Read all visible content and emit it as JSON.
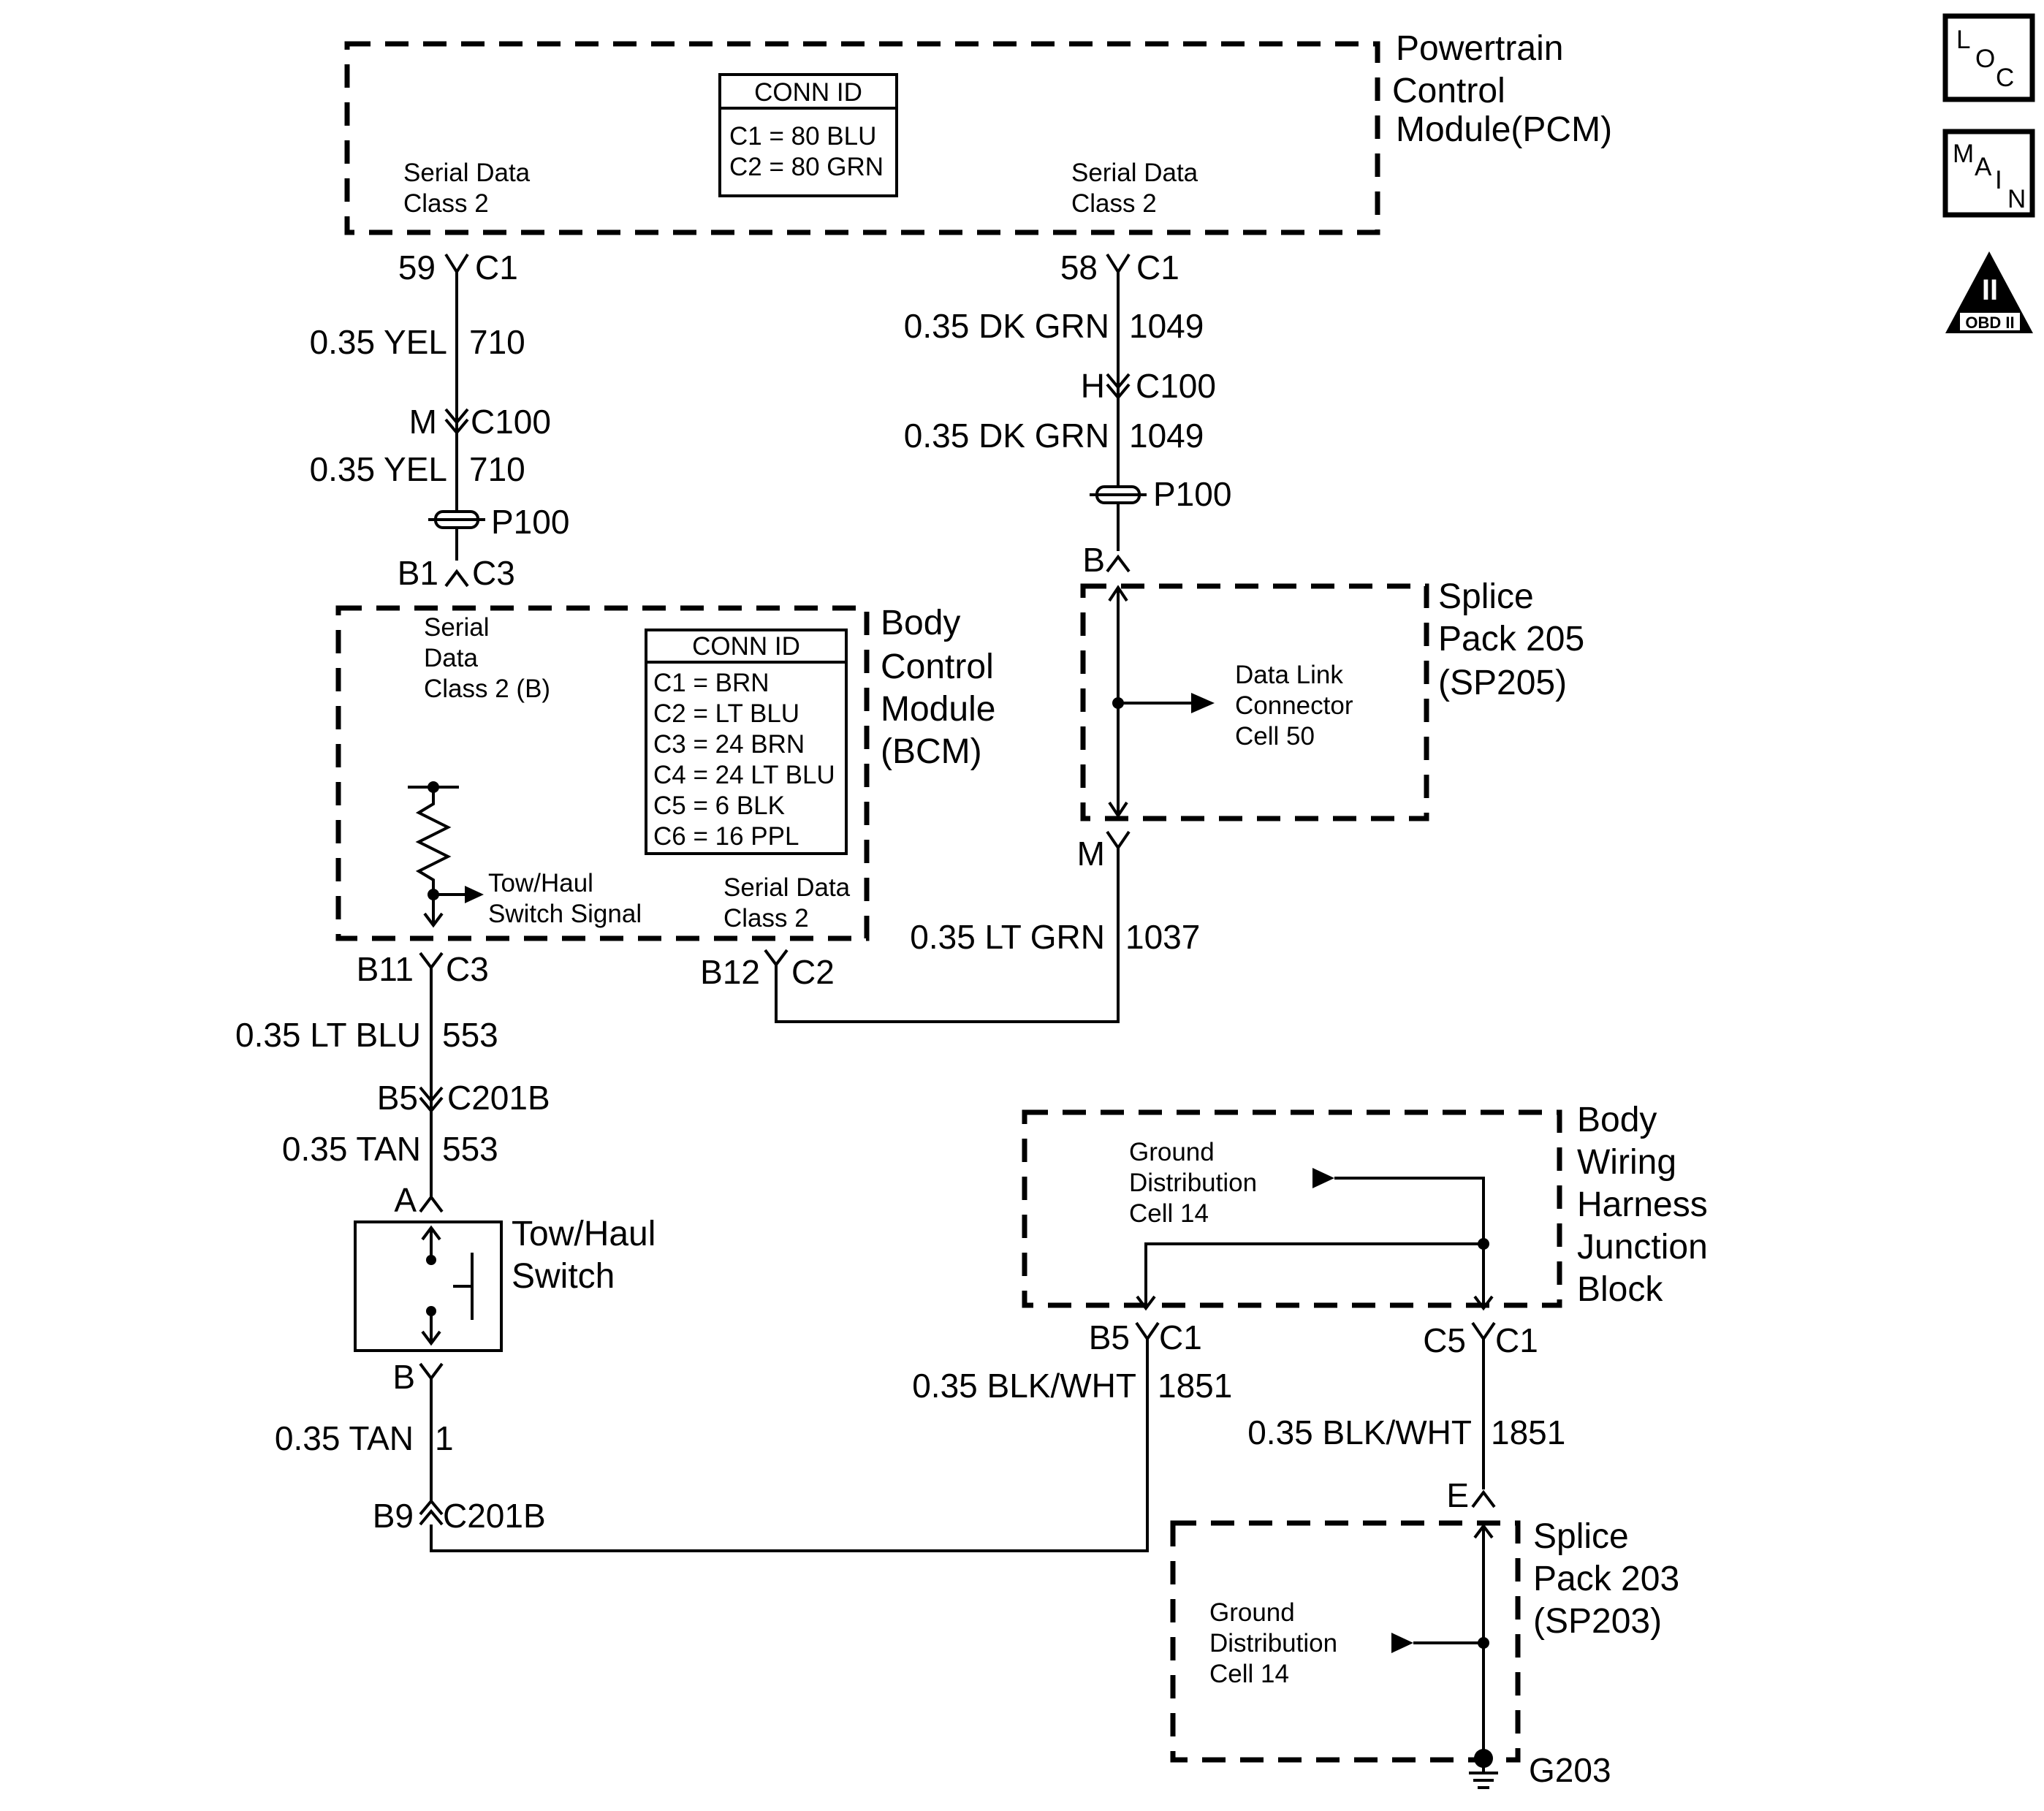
{
  "pcm": {
    "name": [
      "Powertrain",
      "Control",
      "Module(PCM)"
    ],
    "conn_id_title": "CONN ID",
    "conn_id": [
      "C1 = 80 BLU",
      "C2 = 80 GRN"
    ],
    "left_label": [
      "Serial Data",
      "Class 2"
    ],
    "right_label": [
      "Serial Data",
      "Class 2"
    ]
  },
  "bcm": {
    "name": [
      "Body",
      "Control",
      "Module",
      "(BCM)"
    ],
    "conn_id_title": "CONN ID",
    "conn_id": [
      "C1 = BRN",
      "C2 = LT BLU",
      "C3 = 24 BRN",
      "C4 = 24 LT BLU",
      "C5 = 6 BLK",
      "C6 = 16 PPL"
    ],
    "serial_b": [
      "Serial",
      "Data",
      "Class 2 (B)"
    ],
    "towhaul_signal": [
      "Tow/Haul",
      "Switch Signal"
    ],
    "serial_right": [
      "Serial Data",
      "Class 2"
    ]
  },
  "sp205": {
    "name": [
      "Splice",
      "Pack 205",
      "(SP205)"
    ],
    "dlc": [
      "Data Link",
      "Connector",
      "Cell 50"
    ]
  },
  "switch": {
    "name": [
      "Tow/Haul",
      "Switch"
    ]
  },
  "bwhjb": {
    "name": [
      "Body",
      "Wiring",
      "Harness",
      "Junction",
      "Block"
    ],
    "ground": [
      "Ground",
      "Distribution",
      "Cell 14"
    ]
  },
  "sp203": {
    "name": [
      "Splice",
      "Pack 203",
      "(SP203)"
    ],
    "ground": [
      "Ground",
      "Distribution",
      "Cell 14"
    ],
    "g": "G203"
  },
  "connectors": {
    "pcm_left_pin": "59",
    "pcm_left_conn": "C1",
    "pcm_right_pin": "58",
    "pcm_right_conn": "C1",
    "c100_left_pin": "M",
    "c100_left": "C100",
    "c100_right_pin": "H",
    "c100_right": "C100",
    "p100_left": "P100",
    "p100_right": "P100",
    "bcm_c3_pin": "B1",
    "bcm_c3": "C3",
    "sp205_b": "B",
    "sp205_m": "M",
    "bcm_b11": "B11",
    "bcm_b11_conn": "C3",
    "bcm_b12": "B12",
    "bcm_b12_conn": "C2",
    "c201b_b5": "B5",
    "c201b_b5_conn": "C201B",
    "sw_a": "A",
    "sw_b": "B",
    "c201b_b9": "B9",
    "c201b_b9_conn": "C201B",
    "jb_b5": "B5",
    "jb_b5_conn": "C1",
    "jb_c5": "C5",
    "jb_c5_conn": "C1",
    "sp203_e": "E"
  },
  "wires": {
    "pcm_left_1": {
      "color": "0.35 YEL",
      "circuit": "710"
    },
    "pcm_left_2": {
      "color": "0.35 YEL",
      "circuit": "710"
    },
    "pcm_right_1": {
      "color": "0.35 DK GRN",
      "circuit": "1049"
    },
    "pcm_right_2": {
      "color": "0.35 DK GRN",
      "circuit": "1049"
    },
    "dlc_bcm": {
      "color": "0.35 LT GRN",
      "circuit": "1037"
    },
    "bcm_tow_1": {
      "color": "0.35 LT BLU",
      "circuit": "553"
    },
    "bcm_tow_2": {
      "color": "0.35 TAN",
      "circuit": "553"
    },
    "sw_gnd": {
      "color": "0.35 TAN",
      "circuit": "1"
    },
    "jb_left": {
      "color": "0.35 BLK/WHT",
      "circuit": "1851"
    },
    "jb_right": {
      "color": "0.35 BLK/WHT",
      "circuit": "1851"
    }
  },
  "icons": {
    "loc": {
      "letters": [
        "L",
        "O",
        "C"
      ],
      "icon": "loc-icon"
    },
    "main": {
      "letters": [
        "M",
        "A",
        "I",
        "N"
      ],
      "icon": "main-icon"
    },
    "obd": {
      "roman": "II",
      "label": "OBD II",
      "icon": "obd-ii-icon"
    }
  }
}
